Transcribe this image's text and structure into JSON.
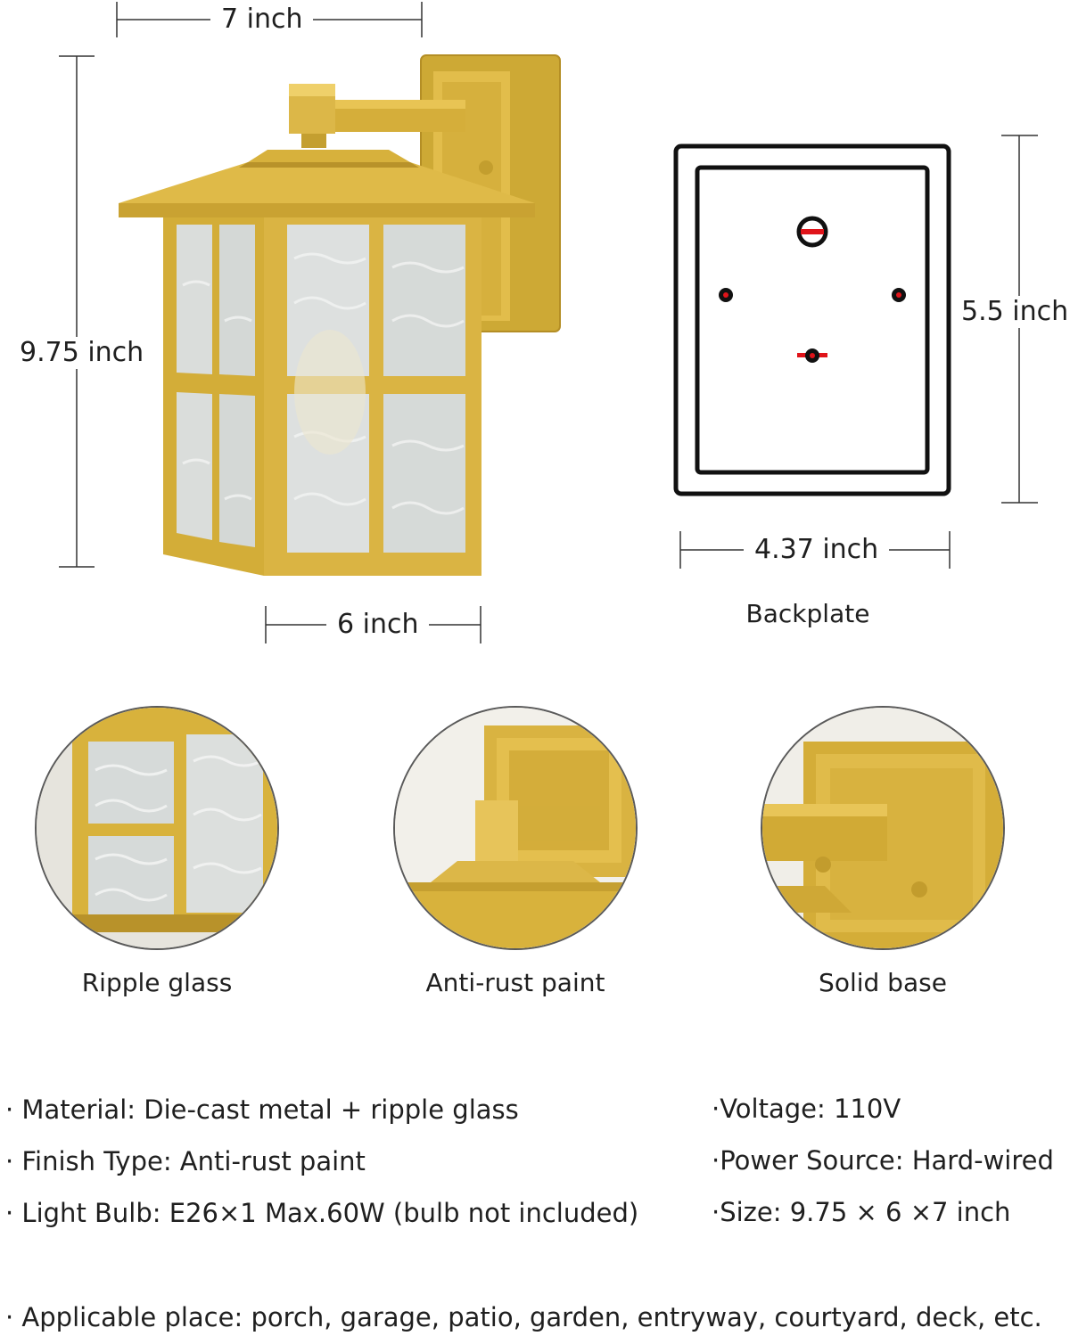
{
  "dimensions": {
    "top_width": "7 inch",
    "height": "9.75 inch",
    "bottom_width": "6 inch",
    "backplate_height": "5.5 inch",
    "backplate_width": "4.37 inch"
  },
  "backplate_label": "Backplate",
  "features": [
    {
      "label": "Ripple glass",
      "icon": "ripple-glass-detail"
    },
    {
      "label": "Anti-rust paint",
      "icon": "anti-rust-paint-detail"
    },
    {
      "label": "Solid base",
      "icon": "solid-base-detail"
    }
  ],
  "specs_left": [
    "· Material: Die-cast metal + ripple glass",
    "· Finish Type: Anti-rust paint",
    "· Light Bulb: E26×1 Max.60W (bulb not included)"
  ],
  "specs_right": [
    "·Voltage: 110V",
    "·Power Source: Hard-wired",
    "·Size: 9.75 × 6 ×7 inch"
  ],
  "applicable": "· Applicable place: porch, garage, patio, garden, entryway, courtyard, deck, etc.",
  "colors": {
    "gold": "#d8b23c",
    "gold_dark": "#b8922a",
    "gold_light": "#ecc85a",
    "glass": "#d9dcdc",
    "ink": "#1f1f1f",
    "red": "#e0141a"
  }
}
